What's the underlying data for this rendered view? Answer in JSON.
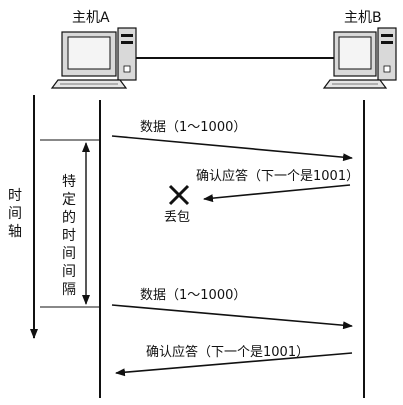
{
  "hosts": {
    "a": {
      "label": "主机A"
    },
    "b": {
      "label": "主机B"
    }
  },
  "time_axis": {
    "chars": [
      "时",
      "间",
      "轴"
    ]
  },
  "interval": {
    "chars": [
      "特",
      "定",
      "的",
      "时",
      "间",
      "间",
      "隔"
    ]
  },
  "messages": {
    "m1": "数据（1～1000）",
    "m2": "确认应答（下一个是1001）",
    "m3": "数据（1～1000）",
    "m4": "确认应答（下一个是1001）"
  },
  "loss": {
    "label": "丢包"
  }
}
